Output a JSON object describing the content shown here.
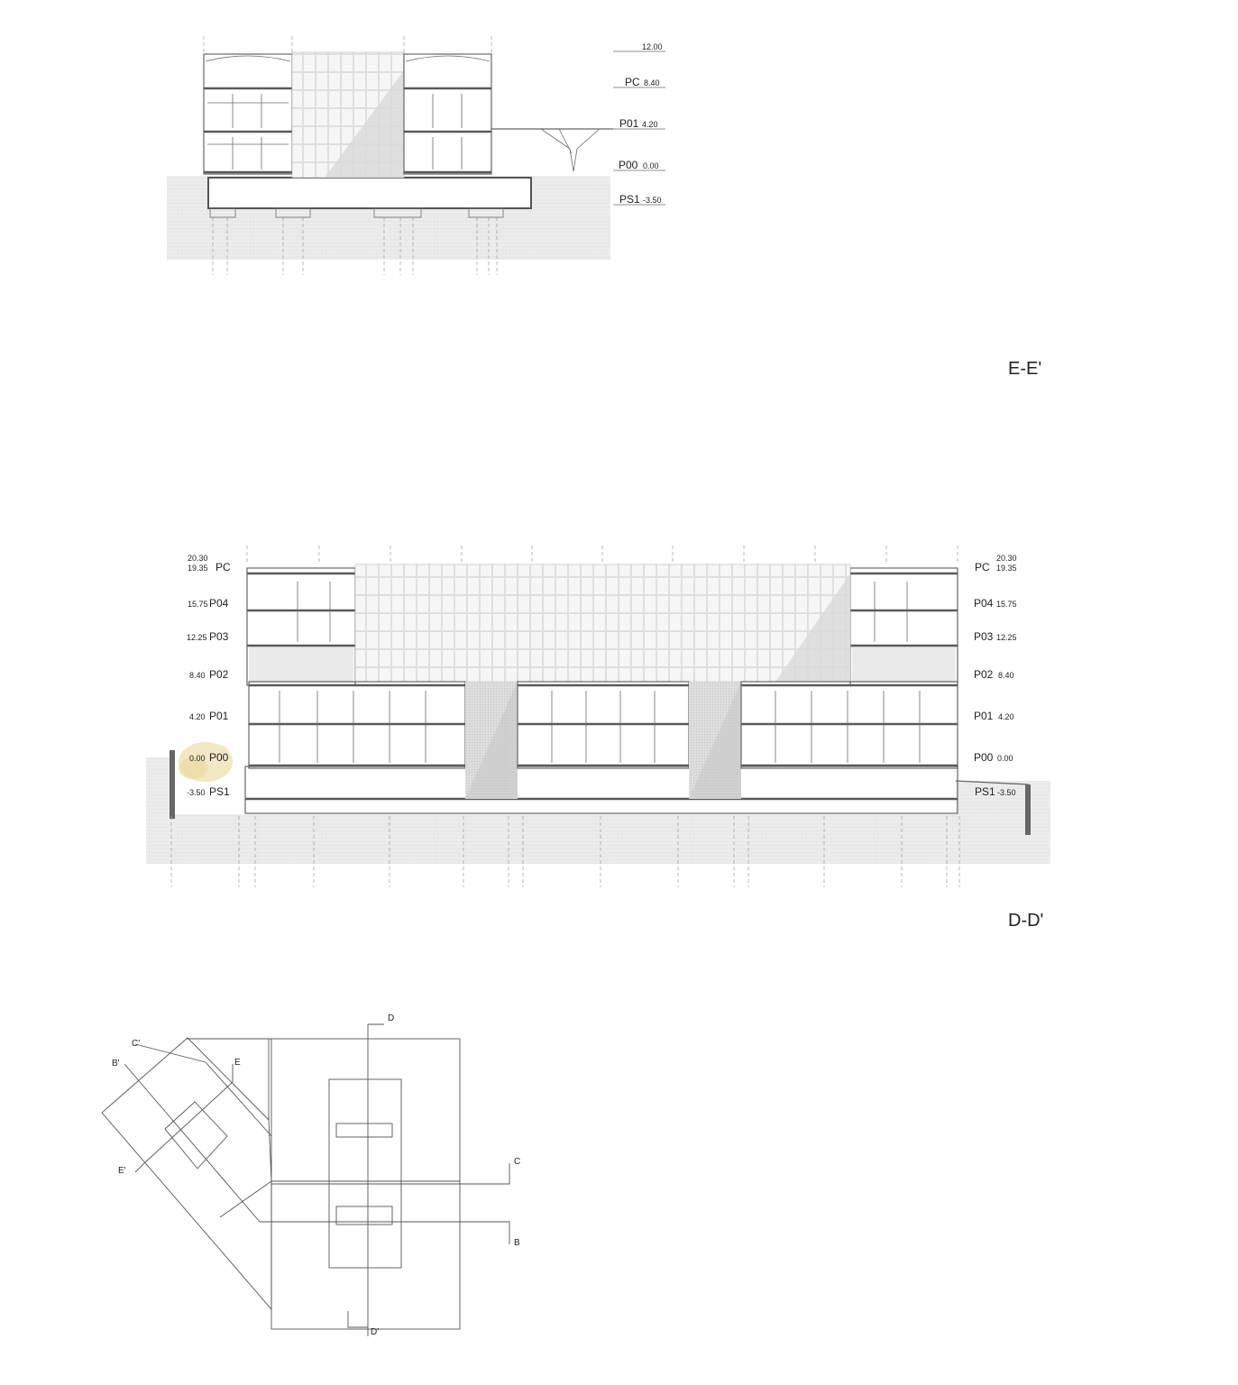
{
  "section_ee": {
    "title": "E-E'",
    "levels": [
      {
        "name": "",
        "value": "12.00"
      },
      {
        "name": "PC",
        "value": "8.40"
      },
      {
        "name": "P01",
        "value": "4.20"
      },
      {
        "name": "P00",
        "value": "0.00"
      },
      {
        "name": "PS1",
        "value": "-3.50"
      }
    ]
  },
  "section_dd": {
    "title": "D-D'",
    "levels_left": [
      {
        "name": "PC",
        "value_top": "20.30",
        "value": "19.35"
      },
      {
        "name": "P04",
        "value": "15.75"
      },
      {
        "name": "P03",
        "value": "12.25"
      },
      {
        "name": "P02",
        "value": "8.40"
      },
      {
        "name": "P01",
        "value": "4.20"
      },
      {
        "name": "P00",
        "value": "0.00"
      },
      {
        "name": "PS1",
        "value": "-3.50"
      }
    ],
    "levels_right": [
      {
        "name": "PC",
        "value_top": "20.30",
        "value": "19.35"
      },
      {
        "name": "P04",
        "value": "15.75"
      },
      {
        "name": "P03",
        "value": "12.25"
      },
      {
        "name": "P02",
        "value": "8.40"
      },
      {
        "name": "P01",
        "value": "4.20"
      },
      {
        "name": "P00",
        "value": "0.00"
      },
      {
        "name": "PS1",
        "value": "-3.50"
      }
    ]
  },
  "key_plan": {
    "labels": [
      "D",
      "D'",
      "C",
      "C'",
      "B",
      "B'",
      "E",
      "E'"
    ]
  },
  "colors": {
    "line": "#5a5a5a",
    "ground_hatch": "#dcdcdc",
    "facade_fill": "#ededed",
    "shadow": "#cfcfcf",
    "tree": "#efe3b8"
  }
}
